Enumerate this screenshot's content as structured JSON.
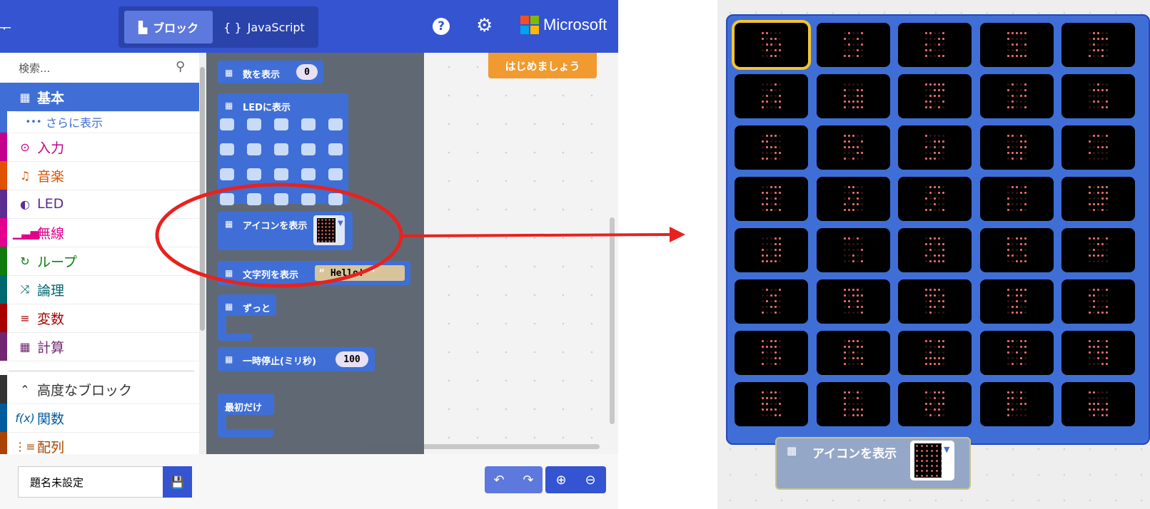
{
  "header": {
    "mode_blocks": "ブロック",
    "mode_js": "JavaScript",
    "js_glyph": "{ }",
    "brand": "Microsoft",
    "left_glyph": "ᅮ"
  },
  "toolbox": {
    "search_placeholder": "検索...",
    "categories": [
      {
        "label": "基本",
        "color": "#3f6fd6"
      },
      {
        "label": "さらに表示",
        "color": "#3f6fd6"
      },
      {
        "label": "入力",
        "color": "#c2008c"
      },
      {
        "label": "音楽",
        "color": "#e05200"
      },
      {
        "label": "LED",
        "color": "#5c2d91"
      },
      {
        "label": "無線",
        "color": "#e3008c"
      },
      {
        "label": "ループ",
        "color": "#107c10"
      },
      {
        "label": "論理",
        "color": "#006970"
      },
      {
        "label": "変数",
        "color": "#a80000"
      },
      {
        "label": "計算",
        "color": "#712672"
      },
      {
        "label": "高度なブロック",
        "color": "#333333"
      },
      {
        "label": "関数",
        "color": "#005a9e"
      },
      {
        "label": "配列",
        "color": "#a94400"
      }
    ]
  },
  "flyout": {
    "show_number": "数を表示",
    "show_number_value": "0",
    "show_leds": "LEDに表示",
    "show_icon": "アイコンを表示",
    "show_string": "文字列を表示",
    "show_string_value": "Hello!",
    "forever": "ずっと",
    "pause": "一時停止(ミリ秒)",
    "pause_value": "100",
    "on_start": "最初だけ"
  },
  "workspace": {
    "start_button": "はじめましょう"
  },
  "footer": {
    "project_name": "題名未設定"
  },
  "right_panel": {
    "block_label": "アイコンを表示"
  },
  "colors": {
    "header": "#3454d1",
    "annotation": "#e8221f",
    "selection": "#f5c531"
  }
}
